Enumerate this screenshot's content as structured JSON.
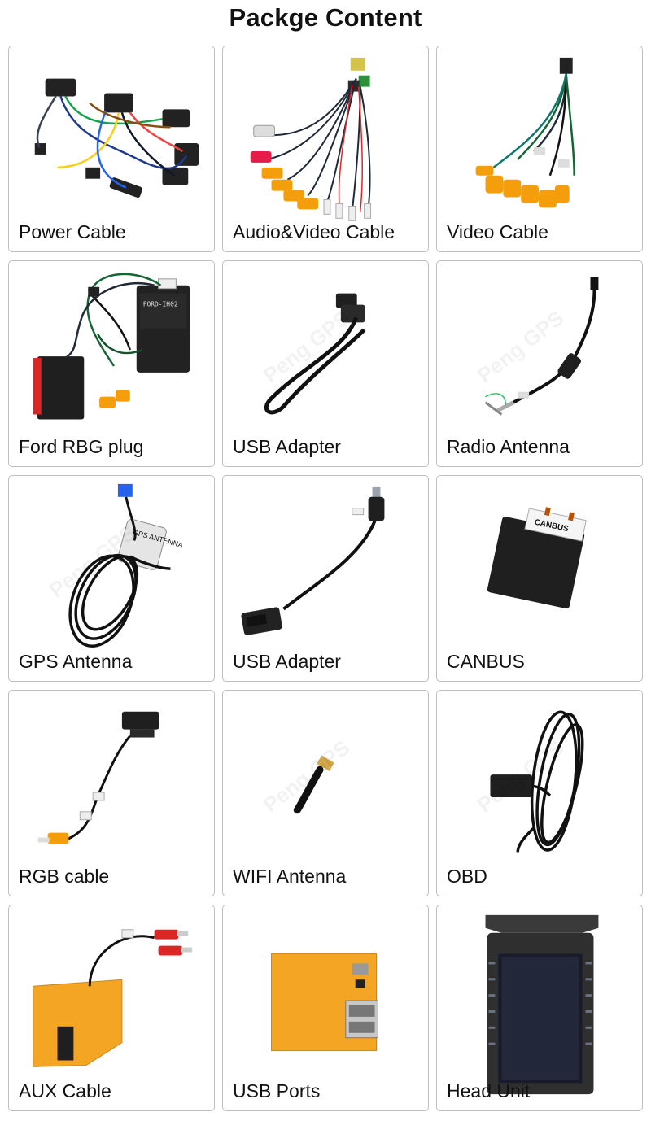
{
  "page_title": "Packge Content",
  "items": [
    {
      "label": "Power Cable",
      "icon": "power-cable-icon"
    },
    {
      "label": "Audio&Video Cable",
      "icon": "audio-video-cable-icon"
    },
    {
      "label": "Video Cable",
      "icon": "video-cable-icon"
    },
    {
      "label": "Ford RBG plug",
      "icon": "ford-rgb-plug-icon",
      "module_text": "FORD-IH02"
    },
    {
      "label": "USB Adapter",
      "icon": "usb-adapter-icon"
    },
    {
      "label": "Radio Antenna",
      "icon": "radio-antenna-icon"
    },
    {
      "label": "GPS Antenna",
      "icon": "gps-antenna-icon",
      "module_text": "GPS ANTENNA"
    },
    {
      "label": "USB Adapter",
      "icon": "usb-adapter-icon"
    },
    {
      "label": "CANBUS",
      "icon": "canbus-box-icon",
      "module_text": "CANBUS"
    },
    {
      "label": "RGB cable",
      "icon": "rgb-cable-icon"
    },
    {
      "label": "WIFI Antenna",
      "icon": "wifi-antenna-icon"
    },
    {
      "label": "OBD",
      "icon": "obd-cable-icon"
    },
    {
      "label": "AUX Cable",
      "icon": "aux-cable-icon"
    },
    {
      "label": "USB Ports",
      "icon": "usb-ports-board-icon"
    },
    {
      "label": "Head Unit",
      "icon": "head-unit-icon"
    }
  ],
  "watermark": "Peng GPS"
}
